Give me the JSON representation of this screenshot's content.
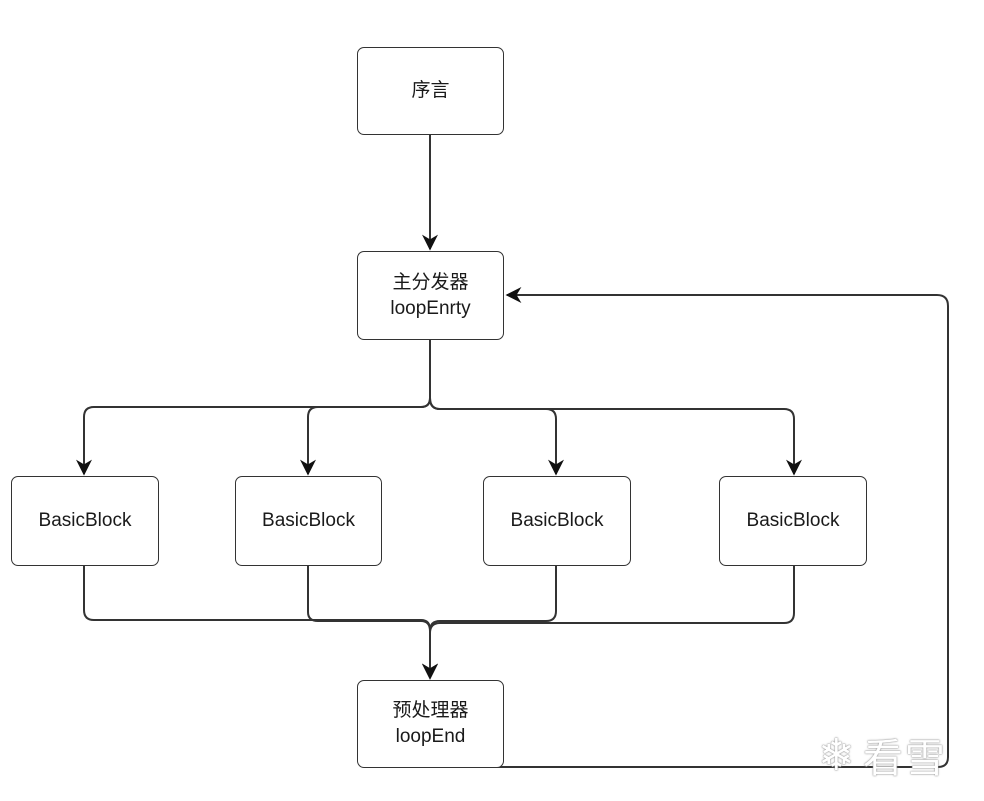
{
  "diagram": {
    "nodes": {
      "prologue": {
        "label": "序言"
      },
      "dispatcher": {
        "label": "主分发器",
        "sublabel": "loopEnrty"
      },
      "blocks": [
        {
          "label": "BasicBlock"
        },
        {
          "label": "BasicBlock"
        },
        {
          "label": "BasicBlock"
        },
        {
          "label": "BasicBlock"
        }
      ],
      "preprocessor": {
        "label": "预处理器",
        "sublabel": "loopEnd"
      }
    },
    "edges": [
      {
        "from": "prologue",
        "to": "dispatcher"
      },
      {
        "from": "dispatcher",
        "to": "blocks.0"
      },
      {
        "from": "dispatcher",
        "to": "blocks.1"
      },
      {
        "from": "dispatcher",
        "to": "blocks.2"
      },
      {
        "from": "dispatcher",
        "to": "blocks.3"
      },
      {
        "from": "blocks.0",
        "to": "preprocessor"
      },
      {
        "from": "blocks.1",
        "to": "preprocessor"
      },
      {
        "from": "blocks.2",
        "to": "preprocessor"
      },
      {
        "from": "blocks.3",
        "to": "preprocessor"
      },
      {
        "from": "preprocessor",
        "to": "dispatcher"
      }
    ],
    "line_color": "#333333"
  },
  "watermark": {
    "icon": "snowflake-icon",
    "glyph": "❄",
    "text": "看雪"
  }
}
